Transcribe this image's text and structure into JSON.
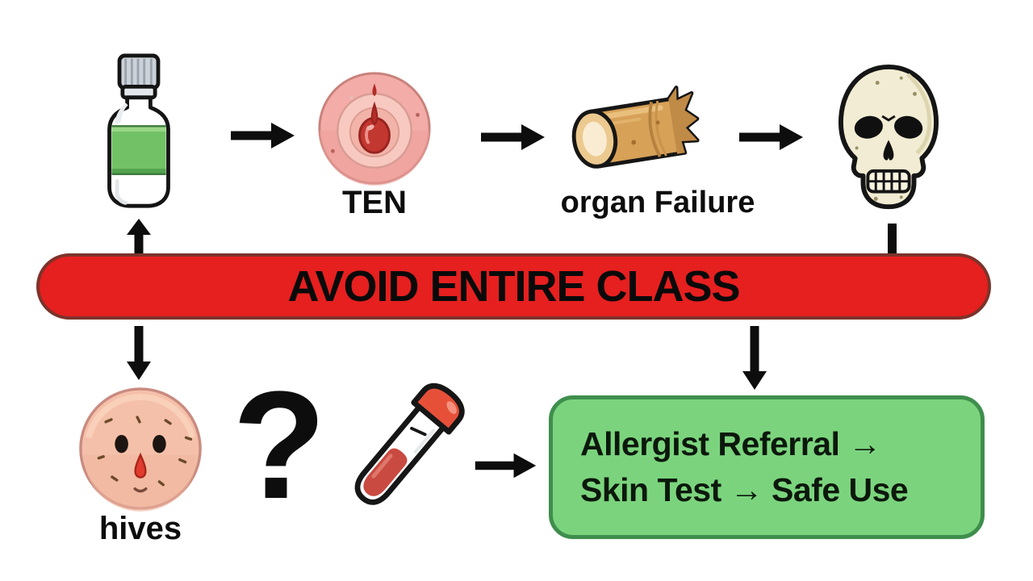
{
  "banner": {
    "text": "AVOID ENTIRE CLASS",
    "fill": "#e61f1f",
    "border_color": "#7c332a"
  },
  "top_row": {
    "vial": {
      "icon": "medication-vial-icon",
      "label": ""
    },
    "ten": {
      "icon": "skin-lesion-icon",
      "label": "TEN"
    },
    "organ": {
      "icon": "broken-log-icon",
      "label": "organ Failure"
    },
    "skull": {
      "icon": "skull-icon",
      "label": ""
    }
  },
  "bottom_row": {
    "hives": {
      "icon": "hives-face-icon",
      "label": "hives"
    },
    "question_mark": "?",
    "test_tube": {
      "icon": "blood-test-tube-icon"
    },
    "outcome_box": {
      "line1": "Allergist Referral →",
      "line2": "Skin Test → Safe Use",
      "fill": "#7bd47d",
      "border_color": "#3f8e4d"
    }
  },
  "colors": {
    "arrow": "#0d0d0d",
    "background": "#ffffff",
    "vial_label_green": "#72c166",
    "lesion_pink": "#f3aca7",
    "log_tan": "#d7a158",
    "skull_bone": "#f1ecd3",
    "hives_skin": "#f5c0a9",
    "blood_red": "#c94a40",
    "tube_cap": "#e65039"
  }
}
